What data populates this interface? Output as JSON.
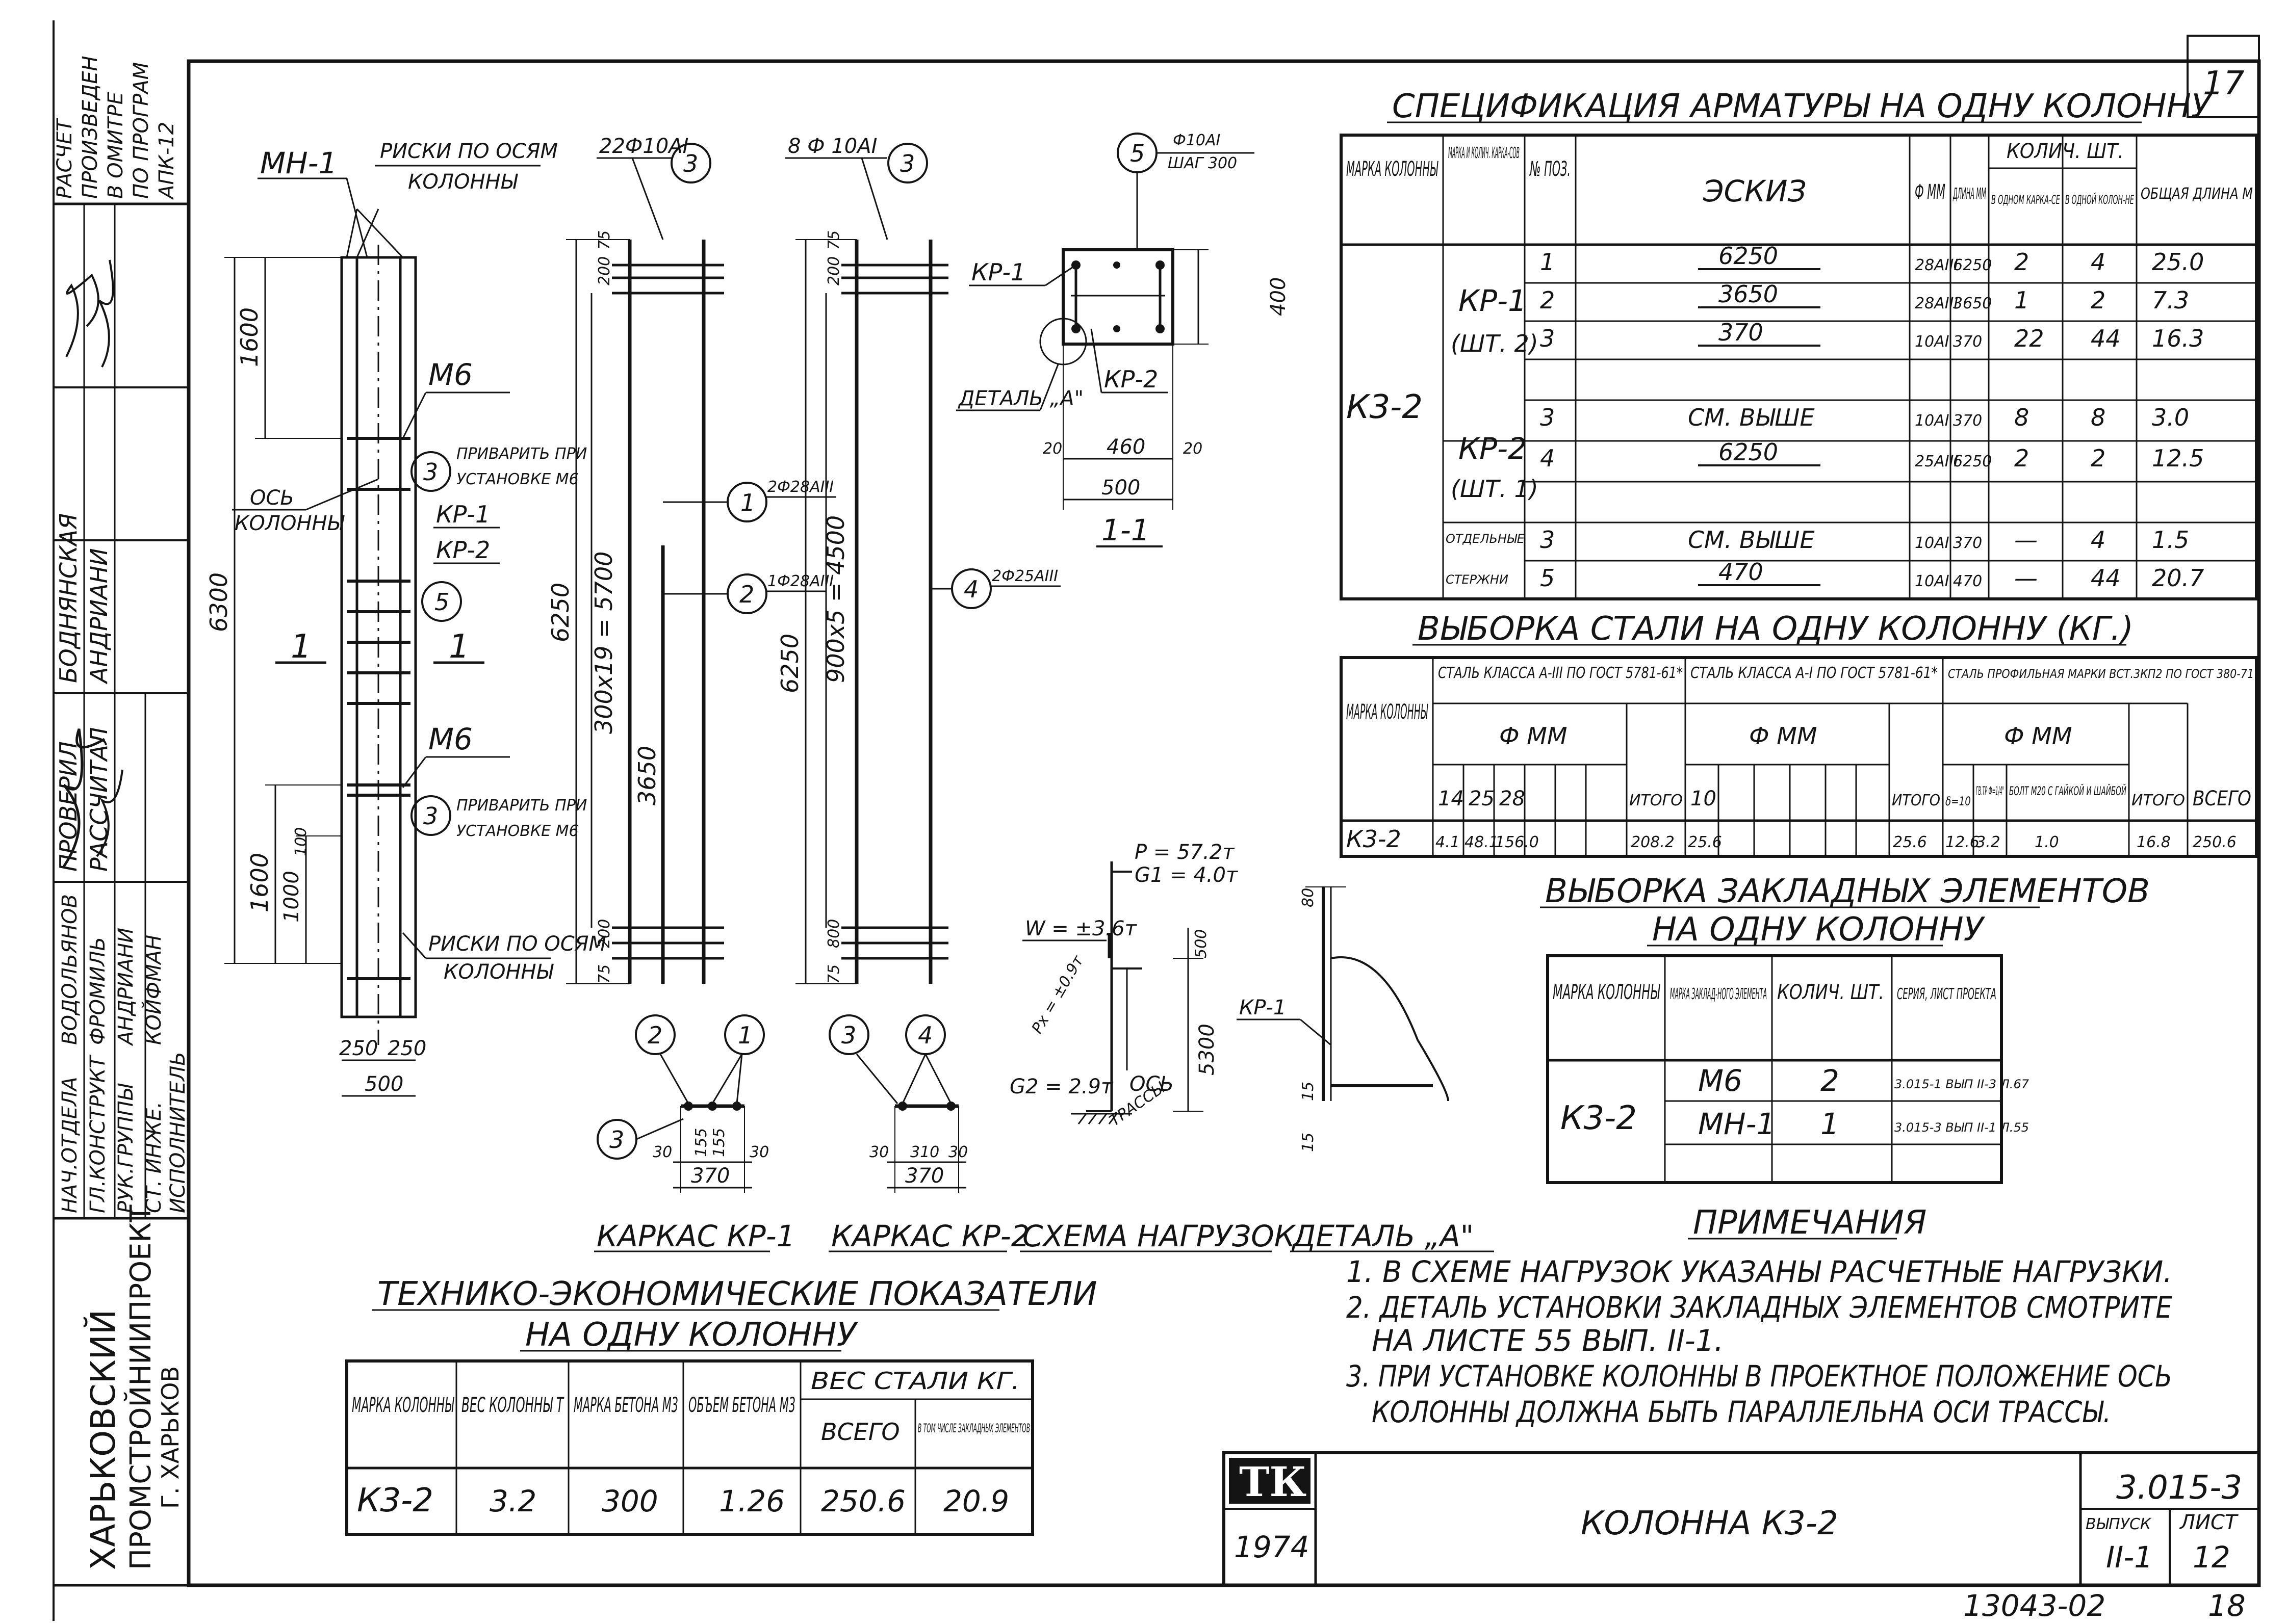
{
  "sheet_no_top": "17",
  "stamp_left": {
    "calc_note": [
      "РАСЧЕТ",
      "ПРОИЗВЕДЕН",
      "В ОМИТРЕ",
      "ПО ПРОГРАМ",
      "АПК-12"
    ],
    "roles": [
      "НАЧ.ОТДЕЛА",
      "ГЛ.КОНСТРУКТ",
      "РУК.ГРУППЫ",
      "СТ. ИНЖЕ.",
      "ИСПОЛНИТЕЛЬ"
    ],
    "names": [
      "ВОДОЛЬЯНОВ",
      "ФРОМИЛЬ",
      "АНДРИАНИ",
      "КОЙФМАН"
    ],
    "roles2": [
      "ПРОВЕРИЛ",
      "РАССЧИТАЛ"
    ],
    "names2": [
      "БОДНЯНСКАЯ",
      "АНДРИАНИ"
    ],
    "org": [
      "ХАРЬКОВСКИЙ",
      "ПРОМСТРОЙНИИПРОЕКТ",
      "Г. ХАРЬКОВ"
    ]
  },
  "drawing": {
    "mn1": "МН-1",
    "riski_top": [
      "РИСКИ ПО ОСЯМ",
      "КОЛОННЫ"
    ],
    "riski_bottom": [
      "РИСКИ ПО ОСЯМ",
      "КОЛОННЫ"
    ],
    "m6": "М6",
    "weld": [
      "ПРИВАРИТЬ ПРИ",
      "УСТАНОВКЕ М6"
    ],
    "os_kolonny": [
      "ОСЬ",
      "КОЛОННЫ"
    ],
    "kr1": "КР-1",
    "kr2": "КР-2",
    "dim_6300": "6300",
    "dim_1600": "1600",
    "dim_1000": "1000",
    "dim_100": "100",
    "dim_250a": "250",
    "dim_250b": "250",
    "dim_500": "500",
    "section_mark": "1",
    "bar_22": "22Ф10АI",
    "bar_8": "8 Ф 10АI",
    "bar_shag": [
      "Ф10АI",
      "ШАГ 300"
    ],
    "bar_2_28": "2Ф28АIII",
    "bar_1_28": "1Ф28АIII",
    "bar_2_25": "2Ф25АIII",
    "dim_6250": "6250",
    "dim_300x19": "300х19 = 5700",
    "dim_3650": "3650",
    "dim_900x5": "900х5 = 4500",
    "dim_200": "200",
    "dim_75": "75",
    "dim_800": "800",
    "dim_400": "400",
    "dim_460": "460",
    "dim_20": "20",
    "detal_a": "ДЕТАЛЬ „А\"",
    "sec_11": "1-1",
    "load_p": "Р = 57.2т",
    "load_g1": "G1 = 4.0т",
    "load_w": "W = ±3.6т",
    "load_px": "Рх = ±0.9т",
    "load_g2": "G2 = 2.9т",
    "os_trassy": [
      "ОСЬ",
      "ТРАССЫ"
    ],
    "dim_5300": "5300",
    "dim_500b": "500",
    "dim_80": "80",
    "dim_15": "15",
    "kr_dim": [
      "30",
      "155",
      "155",
      "30"
    ],
    "kr_total": "370",
    "kr2_dim": [
      "30",
      "310",
      "30"
    ],
    "captions": [
      "КАРКАС КР-1",
      "КАРКАС КР-2",
      "СХЕМА НАГРУЗОК",
      "ДЕТАЛЬ „А\""
    ],
    "circles": [
      "1",
      "2",
      "3",
      "4",
      "5"
    ]
  },
  "spec": {
    "title": "СПЕЦИФИКАЦИЯ АРМАТУРЫ НА ОДНУ КОЛОННУ",
    "headers": [
      "МАРКА КОЛОННЫ",
      "МАРКА И КОЛИЧ. КАРКА-СОВ",
      "№ ПОЗ.",
      "ЭСКИЗ",
      "Ф ММ",
      "ДЛИНА ММ",
      "КОЛИЧ. ШТ.",
      "В ОДНОМ КАРКА-СЕ",
      "В ОДНОЙ КОЛОН-НЕ",
      "ОБЩАЯ ДЛИНА М"
    ],
    "mark": "К3-2",
    "groups": [
      {
        "name": "КР-1",
        "sub": "(ШТ. 2)"
      },
      {
        "name": "КР-2",
        "sub": "(ШТ. 1)"
      },
      {
        "name": "ОТДЕЛЬНЫЕ",
        "sub": "СТЕРЖНИ"
      }
    ],
    "rows": [
      [
        "1",
        "6250",
        "28АIII",
        "6250",
        "2",
        "4",
        "25.0"
      ],
      [
        "2",
        "3650",
        "28АIII",
        "3650",
        "1",
        "2",
        "7.3"
      ],
      [
        "3",
        "370",
        "10АI",
        "370",
        "22",
        "44",
        "16.3"
      ],
      [
        "3",
        "СМ. ВЫШЕ",
        "10АI",
        "370",
        "8",
        "8",
        "3.0"
      ],
      [
        "4",
        "6250",
        "25АIII",
        "6250",
        "2",
        "2",
        "12.5"
      ],
      [
        "3",
        "СМ. ВЫШЕ",
        "10АI",
        "370",
        "—",
        "4",
        "1.5"
      ],
      [
        "5",
        "470",
        "10АI",
        "470",
        "—",
        "44",
        "20.7"
      ]
    ]
  },
  "steel": {
    "title": "ВЫБОРКА СТАЛИ НА ОДНУ КОЛОННУ (КГ.)",
    "col_mark": "МАРКА КОЛОННЫ",
    "group1": "СТАЛЬ КЛАССА А-III ПО ГОСТ 5781-61*",
    "group2": "СТАЛЬ КЛАССА А-I ПО ГОСТ 5781-61*",
    "group3": "СТАЛЬ ПРОФИЛЬНАЯ МАРКИ ВСТ.3КП2 ПО ГОСТ 380-71",
    "phi_mm": "Ф ММ",
    "d1": [
      "14",
      "25",
      "28"
    ],
    "d2": [
      "10"
    ],
    "itogo": "ИТОГО",
    "vsego": "ВСЕГО",
    "d3": [
      "δ=10",
      "ГВ.ТР Ф=1/4\"",
      "БОЛТ М20 С ГАЙКОЙ И ШАЙБОЙ"
    ],
    "row": [
      "К3-2",
      "4.1",
      "48.1",
      "156.0",
      "208.2",
      "25.6",
      "25.6",
      "12.6",
      "3.2",
      "1.0",
      "16.8",
      "250.6"
    ]
  },
  "embed": {
    "title1": "ВЫБОРКА ЗАКЛАДНЫХ ЭЛЕМЕНТОВ",
    "title2": "НА ОДНУ КОЛОННУ",
    "headers": [
      "МАРКА КОЛОННЫ",
      "МАРКА ЗАКЛАД-НОГО ЭЛЕМЕНТА",
      "КОЛИЧ. ШТ.",
      "СЕРИЯ, ЛИСТ ПРОЕКТА"
    ],
    "mark": "К3-2",
    "rows": [
      [
        "М6",
        "2",
        "3.015-1 ВЫП II-3 Л.67"
      ],
      [
        "МН-1",
        "1",
        "3.015-3 ВЫП II-1 Л.55"
      ]
    ]
  },
  "notes": {
    "title": "ПРИМЕЧАНИЯ",
    "items": [
      "1. В СХЕМЕ НАГРУЗОК УКАЗАНЫ РАСЧЕТНЫЕ НАГРУЗКИ.",
      "2. ДЕТАЛЬ УСТАНОВКИ ЗАКЛАДНЫХ ЭЛЕМЕНТОВ СМОТРИТЕ",
      "НА ЛИСТЕ 55 ВЫП. II-1.",
      "3. ПРИ УСТАНОВКЕ КОЛОННЫ В ПРОЕКТНОЕ ПОЛОЖЕНИЕ ОСЬ",
      "КОЛОННЫ ДОЛЖНА БЫТЬ ПАРАЛЛЕЛЬНА ОСИ ТРАССЫ."
    ]
  },
  "tep": {
    "title1": "ТЕХНИКО-ЭКОНОМИЧЕСКИЕ ПОКАЗАТЕЛИ",
    "title2": "НА ОДНУ КОЛОННУ",
    "headers": [
      "МАРКА КОЛОННЫ",
      "ВЕС КОЛОННЫ Т",
      "МАРКА БЕТОНА М3",
      "ОБЪЕМ БЕТОНА М3",
      "ВЕС СТАЛИ КГ.",
      "ВСЕГО",
      "В ТОМ ЧИСЛЕ ЗАКЛАДНЫХ ЭЛЕМЕНТОВ"
    ],
    "row": [
      "К3-2",
      "3.2",
      "300",
      "1.26",
      "250.6",
      "20.9"
    ]
  },
  "titleblock": {
    "logo": "ТК",
    "year": "1974",
    "name": "КОЛОННА К3-2",
    "series": "3.015-3",
    "vyp_label": "ВЫПУСК",
    "vyp": "II-1",
    "list_label": "ЛИСТ",
    "list": "12",
    "bottom_code": "13043-02",
    "bottom_no": "18"
  }
}
